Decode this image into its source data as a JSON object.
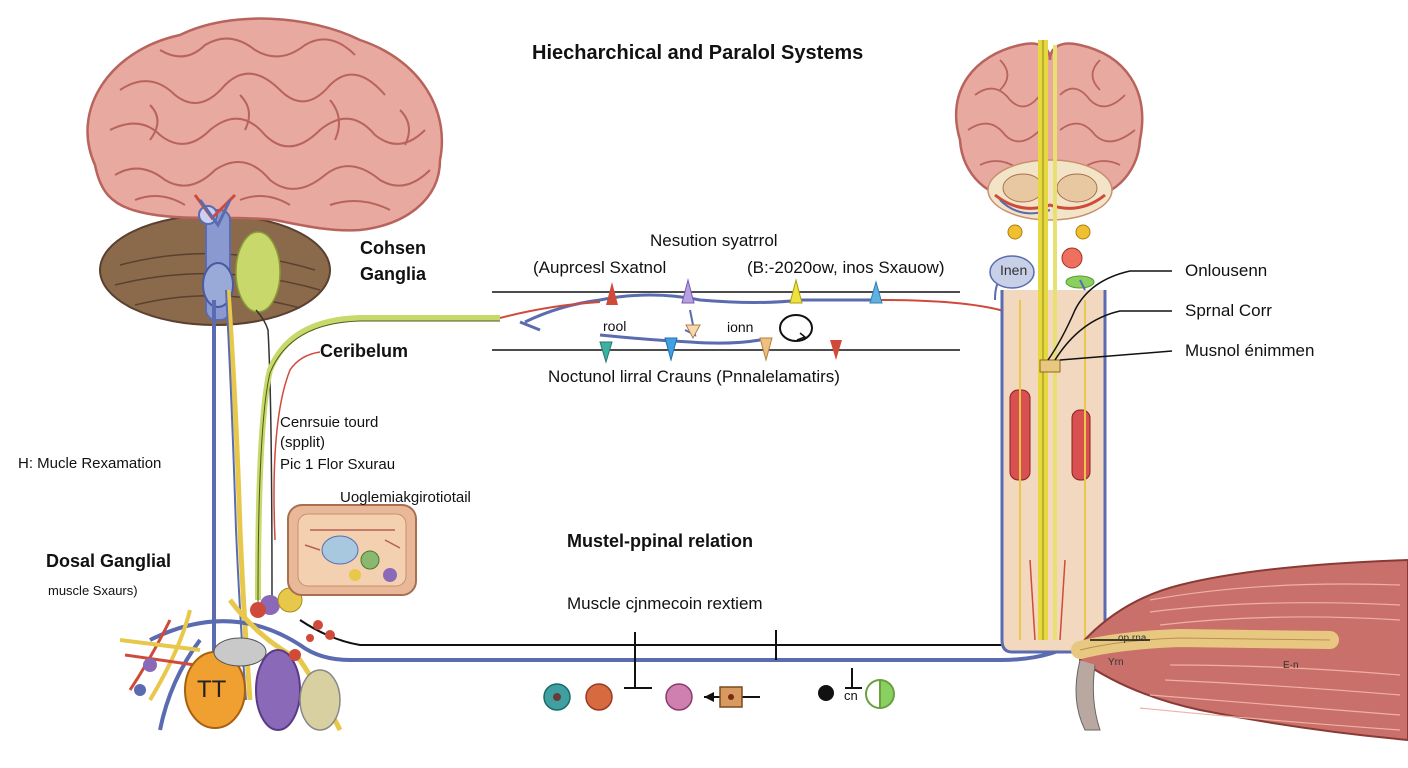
{
  "title": "Hiecharchical and Paralol Systems",
  "left_labels": {
    "cortex_ganglia_line1": "Cohsen",
    "cortex_ganglia_line2": "Ganglia",
    "cerebellum": "Ceribelum",
    "cortex_tour_line1": "Cenrsuie tourd",
    "cortex_tour_line2": "(spplit)",
    "flor_sxurau": "Pic 1 Flor Sxurau",
    "muscle_relaxation": "H: Mucle Rexamation",
    "dorsal_ganglia": "Dosal Ganglial",
    "muscle_sxaurs": "muscle Sxaurs)",
    "ugle_label": "Uoglemiakgirotiotail",
    "tt_label": "TT"
  },
  "center_labels": {
    "network_title": "Nesution syatrrol",
    "upper_left": "(Auprcesl Sxatnol",
    "upper_right": "(B:-2020ow, inos Sxauow)",
    "root": "rool",
    "ionn": "ionn",
    "lower": "Noctunol lirral Crauns (Pnnalelamatirs)",
    "muscle_spinal": "Mustel-ppinal relation",
    "muscle_connection": "Muscle cjnmecoin rextiem",
    "cn": "cn"
  },
  "right_labels": {
    "onlousenn": "Onlousenn",
    "spinal_cord": "Sprnal Corr",
    "muscle_enimmen": "Musnol énimmen",
    "inen": "Inen",
    "muscle_text": "Ε·n",
    "op_rna": "op rna",
    "yrn": "Yrn"
  },
  "colors": {
    "brain": "#e8a9a0",
    "brain_dark": "#b8645c",
    "cerebellum": "#8a6a4a",
    "nerve_blue": "#5a6bb0",
    "nerve_yellow": "#e8c84a",
    "nerve_green": "#c8d86a",
    "nerve_red": "#d04a3a",
    "muscle": "#c9706a"
  }
}
